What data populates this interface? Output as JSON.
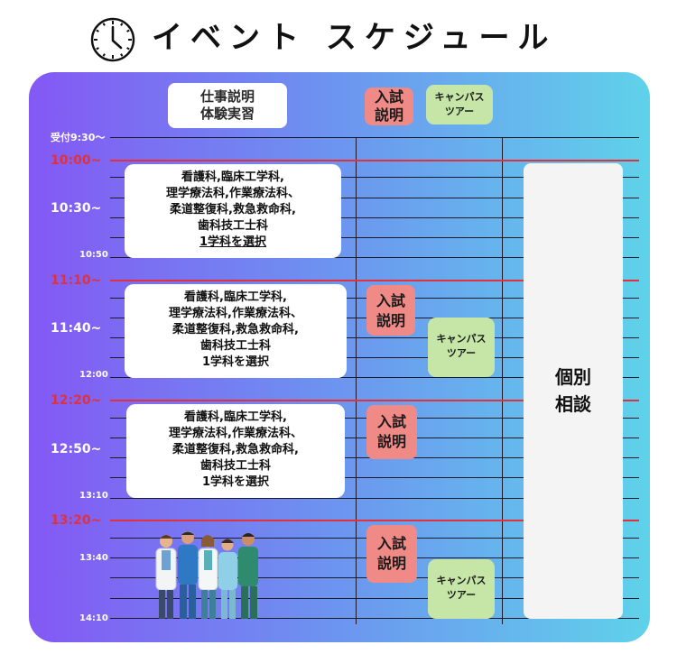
{
  "header": {
    "title": "イベント スケジュール",
    "clock_icon": "clock-icon"
  },
  "colors": {
    "gradient_left": "#8458f4",
    "gradient_right": "#5fd2ea",
    "time_red": "#e0323c",
    "badge_red": "#f08a86",
    "badge_green": "#c6e6a8"
  },
  "column_headers": {
    "work": [
      "仕事説明",
      "体験実習"
    ],
    "exam": [
      "入試",
      "説明"
    ],
    "campus": [
      "キャンパス",
      "ツアー"
    ]
  },
  "times": {
    "reception": "受付9:30～",
    "t1000": "10:00~",
    "t1030": "10:30~",
    "t1050": "10:50",
    "t1110": "11:10~",
    "t1140": "11:40~",
    "t1200": "12:00",
    "t1220": "12:20~",
    "t1250": "12:50~",
    "t1310": "13:10",
    "t1320": "13:20~",
    "t1340": "13:40",
    "t1410": "14:10"
  },
  "sessions": [
    {
      "lines": [
        "看護科,臨床工学科,",
        "理学療法科,作業療法科、",
        "柔道整復科,救急救命科,",
        "歯科技工士科"
      ],
      "select": "1学科を選択"
    },
    {
      "lines": [
        "看護科,臨床工学科,",
        "理学療法科,作業療法科、",
        "柔道整復科,救急救命科,",
        "歯科技工士科"
      ],
      "select": "1学科を選択"
    },
    {
      "lines": [
        "看護科,臨床工学科,",
        "理学療法科,作業療法科、",
        "柔道整復科,救急救命科,",
        "歯科技工士科"
      ],
      "select": "1学科を選択"
    }
  ],
  "exam_badges": [
    [
      "入試",
      "説明"
    ],
    [
      "入試",
      "説明"
    ],
    [
      "入試",
      "説明"
    ]
  ],
  "campus_badges": [
    [
      "キャンパス",
      "ツアー"
    ],
    [
      "キャンパス",
      "ツアー"
    ]
  ],
  "consult": [
    "個別",
    "相談"
  ]
}
